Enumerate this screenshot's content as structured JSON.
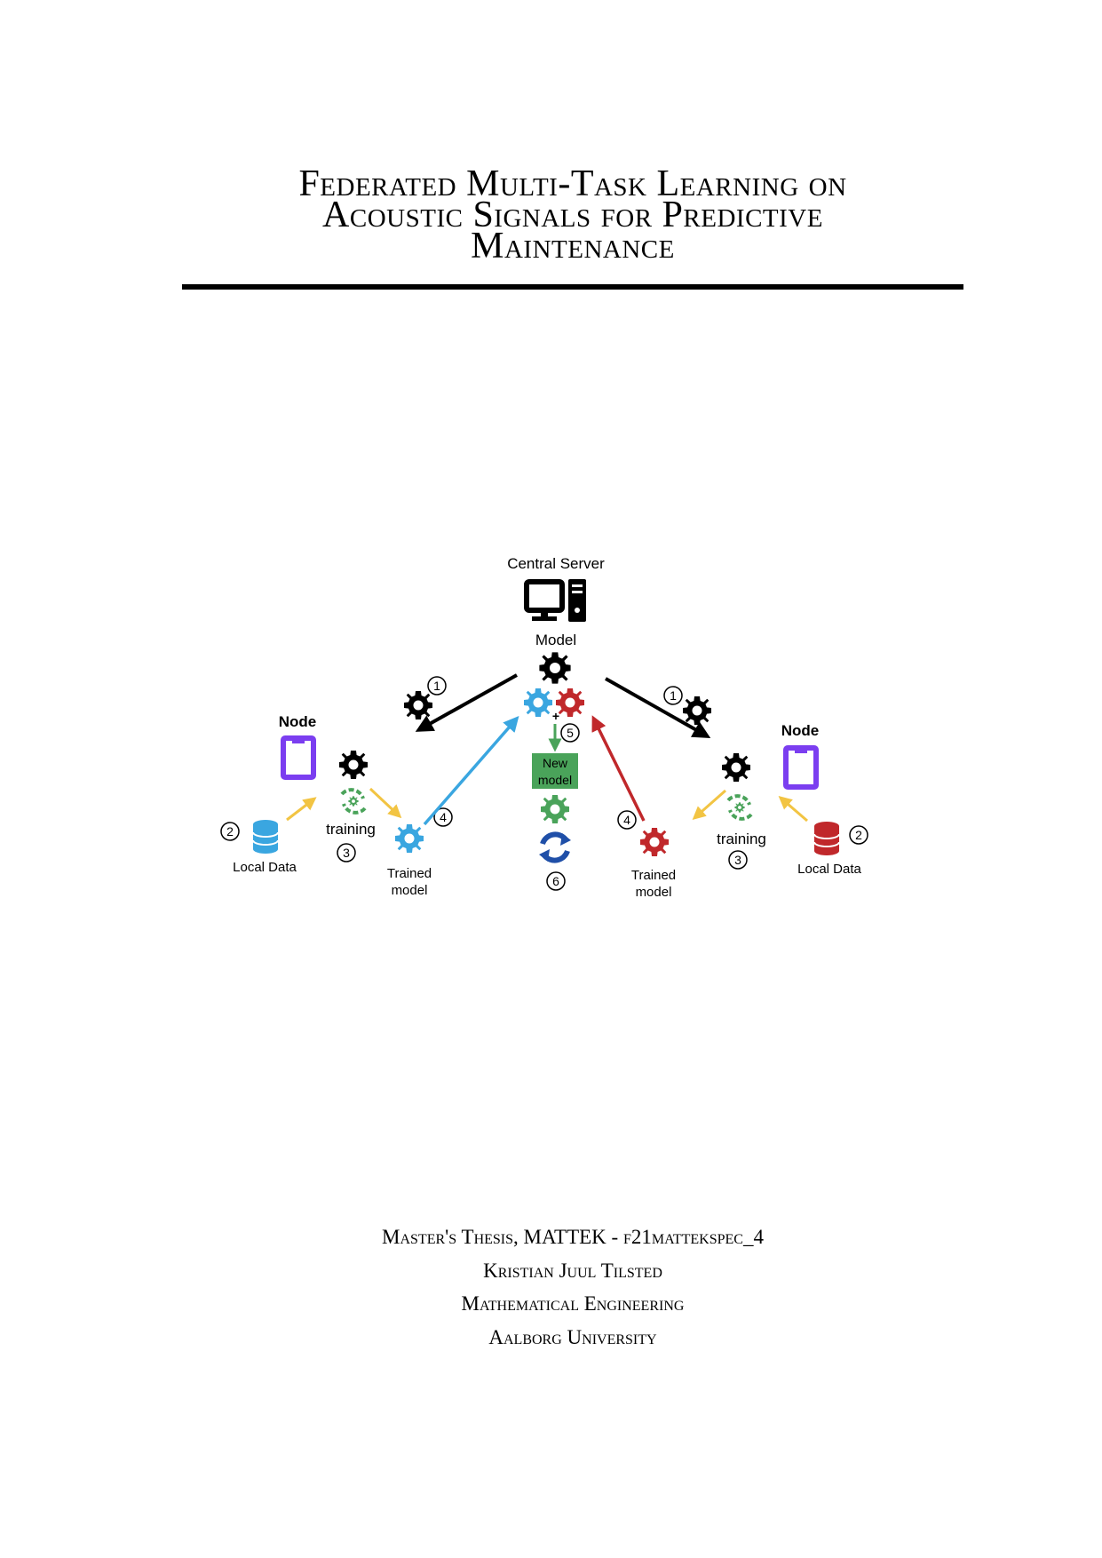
{
  "title": {
    "line1": "Federated Multi-Task Learning on",
    "line2": "Acoustic Signals for Predictive",
    "line3": "Maintenance"
  },
  "figure": {
    "server_label": "Central Server",
    "model_label": "Model",
    "node_label": "Node",
    "new_model_line1": "New",
    "new_model_line2": "model",
    "training_label": "training",
    "local_data_label": "Local Data",
    "trained_model_line1": "Trained",
    "trained_model_line2": "model",
    "plus_sign": "+",
    "step1": "1",
    "step2": "2",
    "step3": "3",
    "step4": "4",
    "step5": "5",
    "step6": "6",
    "colors": {
      "blue": "#3aa6e0",
      "red": "#c0282b",
      "green": "#4aa35a",
      "purple": "#7b3ef0",
      "yellow": "#f2c443",
      "dark_blue": "#1f4fa8"
    }
  },
  "info": {
    "line1": "Master's Thesis, MATTEK - f21mattekspec_4",
    "line2": "Kristian Juul Tilsted",
    "line3": "Mathematical Engineering",
    "line4": "Aalborg University"
  }
}
